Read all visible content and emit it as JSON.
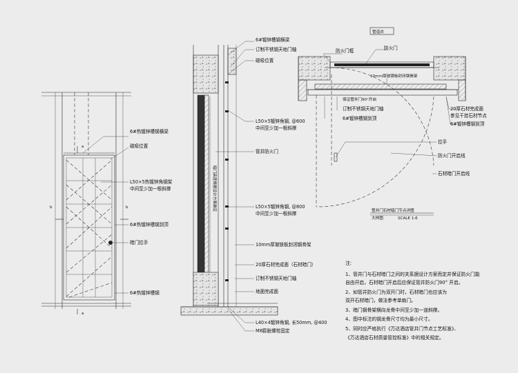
{
  "elevation": {
    "section_mark_a": "a",
    "section_mark_b": "b",
    "labels": {
      "beam": "6#热镀锌槽钢横梁",
      "magnet": "磁吸位置",
      "angle_frame_1": "L50×5热镀锌角钢架",
      "angle_frame_2": "中间至少加一根斜撑",
      "top_channel": "6#热镀锌槽钢到顶",
      "handle": "暗门拉手",
      "bottom_channel": "6#热镀锌槽钢"
    }
  },
  "section": {
    "vertical_text": "暗门高度根据设计方案确定",
    "labels": {
      "beam": "6#镀锌槽钢横梁",
      "axle_top": "订制不锈钢天地门轴",
      "magnet": "磁吸位置",
      "angle_1": "L50×5镀锌角钢, @600",
      "angle_1b": "中间至少加一根斜撑",
      "door": "管井防火门",
      "angle_2": "L50×5镀锌角钢, @800",
      "angle_2b": "中间至少加一根斜撑",
      "frame": "10mm厚玻镁板封闭钢骨架",
      "stone": "20厚石材完成面（石材暗门）",
      "axle_bottom": "订制不锈钢天地门轴",
      "floor": "地面完成面",
      "angle_3": "L40×4镀锌角钢, 长50mm, @400",
      "bolt": "M8膨胀螺栓固定"
    }
  },
  "plan": {
    "shaft_label": "管道井",
    "labels": {
      "fire_frame": "防火门框",
      "fire_door": "防火门",
      "board": "10mm厚玻镁板封闭钢骨架",
      "fire_note": "保证管井门90°开启",
      "axle": "订制不锈钢天地门轴",
      "channel": "6#镀锌槽钢到顶",
      "stone_1": "20厚石材完成面",
      "stone_2": "参见干挂石材节点",
      "channel_right": "6#镀锌槽钢到顶",
      "pull": "拉手",
      "fire_line": "防火门开启线",
      "stone_line": "石材暗门开启线"
    },
    "title": "管井门石材暗门节点详图",
    "scale_left": "大样图",
    "scale_right": "SCALE 1:6"
  },
  "notes": {
    "heading": "注:",
    "lines": [
      "1、管井门与石材暗门之间的关系据设计方案而定并保证防火门能",
      "自由开启，石材暗门开启后应保证管井防火门90° 开启。",
      "2、如管井防火门为双开门时，石材暗门也应该为",
      "双开石材暗门，做法参考单扇门。",
      "3、暗门钢骨架横向龙骨中间至少加一道斜撑。",
      "4、图中标注的钢龙骨尺寸均为最小尺寸。",
      "5、同时应严格执行《万达酒店管井门节点工艺标准》、",
      "《万达酒店石材质量管控标准》中的相关规定。"
    ]
  }
}
